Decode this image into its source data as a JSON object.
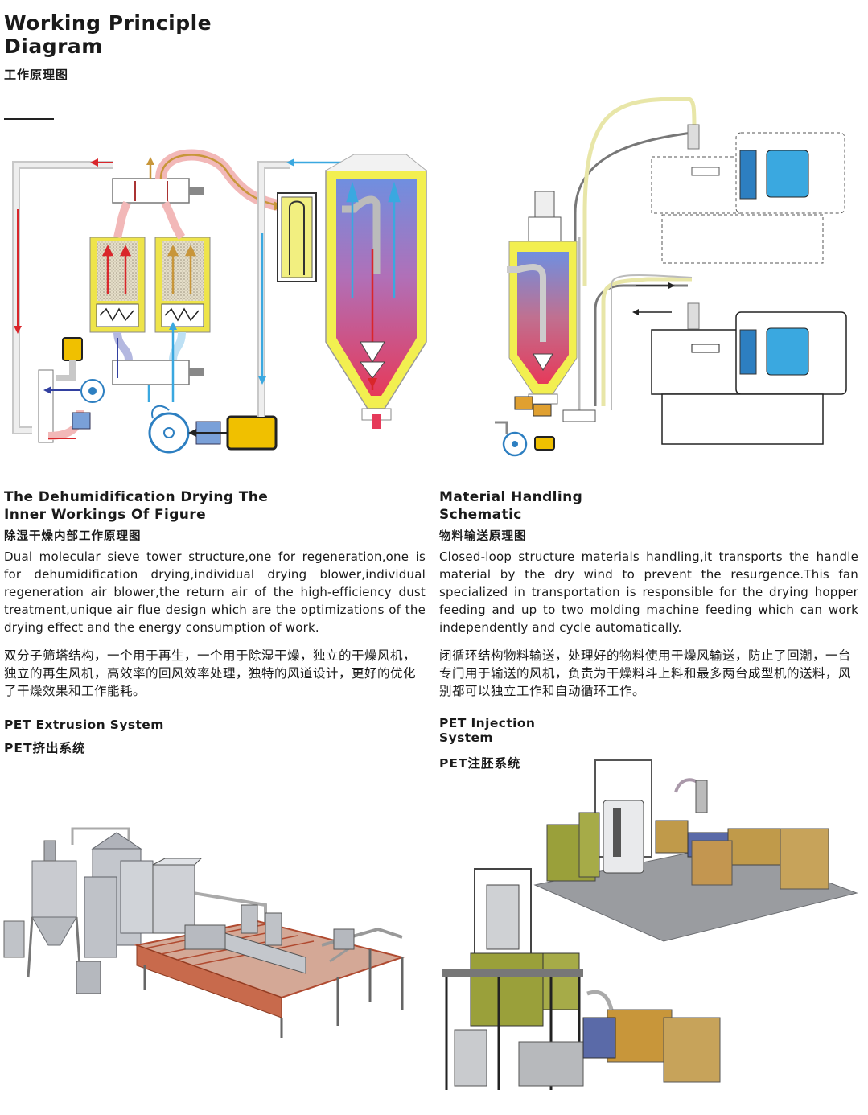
{
  "page": {
    "title": "Working Principle Diagram",
    "title_cn": "工作原理图"
  },
  "left_section": {
    "heading": "The Dehumidification Drying The Inner Workings Of Figure",
    "heading_cn": "除湿干燥内部工作原理图",
    "body_en": "Dual molecular sieve tower structure,one for regeneration,one is for dehumidification drying,individual drying blower,individual regeneration air blower,the return air of the high-efficiency dust treatment,unique air flue design which are the optimizations of the drying effect and the energy consumption of work.",
    "body_cn": "双分子筛塔结构，一个用于再生，一个用于除湿干燥，独立的干燥风机，独立的再生风机，高效率的回风效率处理，独特的风道设计，更好的优化了干燥效果和工作能耗。"
  },
  "right_section": {
    "heading": "Material Handling Schematic",
    "heading_cn": "物料输送原理图",
    "body_en": "Closed-loop structure materials handling,it transports the handle material by the dry wind to prevent the resurgence.This fan specialized in transportation is responsible for the drying hopper feeding and up to two molding machine feeding which can work independently and cycle automatically.",
    "body_cn": "闭循环结构物料输送，处理好的物料使用干燥风输送，防止了回潮，一台专门用于输送的风机，负责为干燥料斗上料和最多两台成型机的送料，风别都可以独立工作和自动循环工作。"
  },
  "extrusion": {
    "heading": "PET Extrusion System",
    "heading_cn": "PET挤出系统"
  },
  "injection": {
    "heading": "PET Injection System",
    "heading_cn": "PET注胚系统"
  },
  "colors": {
    "pipe_grey": "#c8c8c8",
    "hot_red": "#d9262b",
    "dry_blue": "#3aa8e0",
    "regen_orange": "#c8963a",
    "desiccant_yellow": "#eee44a",
    "hopper_pink": "#d8507a",
    "hopper_blue": "#5a8fd8",
    "blower_blue": "#2d7fc1",
    "heater_yellow": "#f0c000"
  },
  "icons": [
    "dryer-diagram",
    "material-handling-diagram",
    "extrusion-line-render",
    "injection-line-render"
  ]
}
